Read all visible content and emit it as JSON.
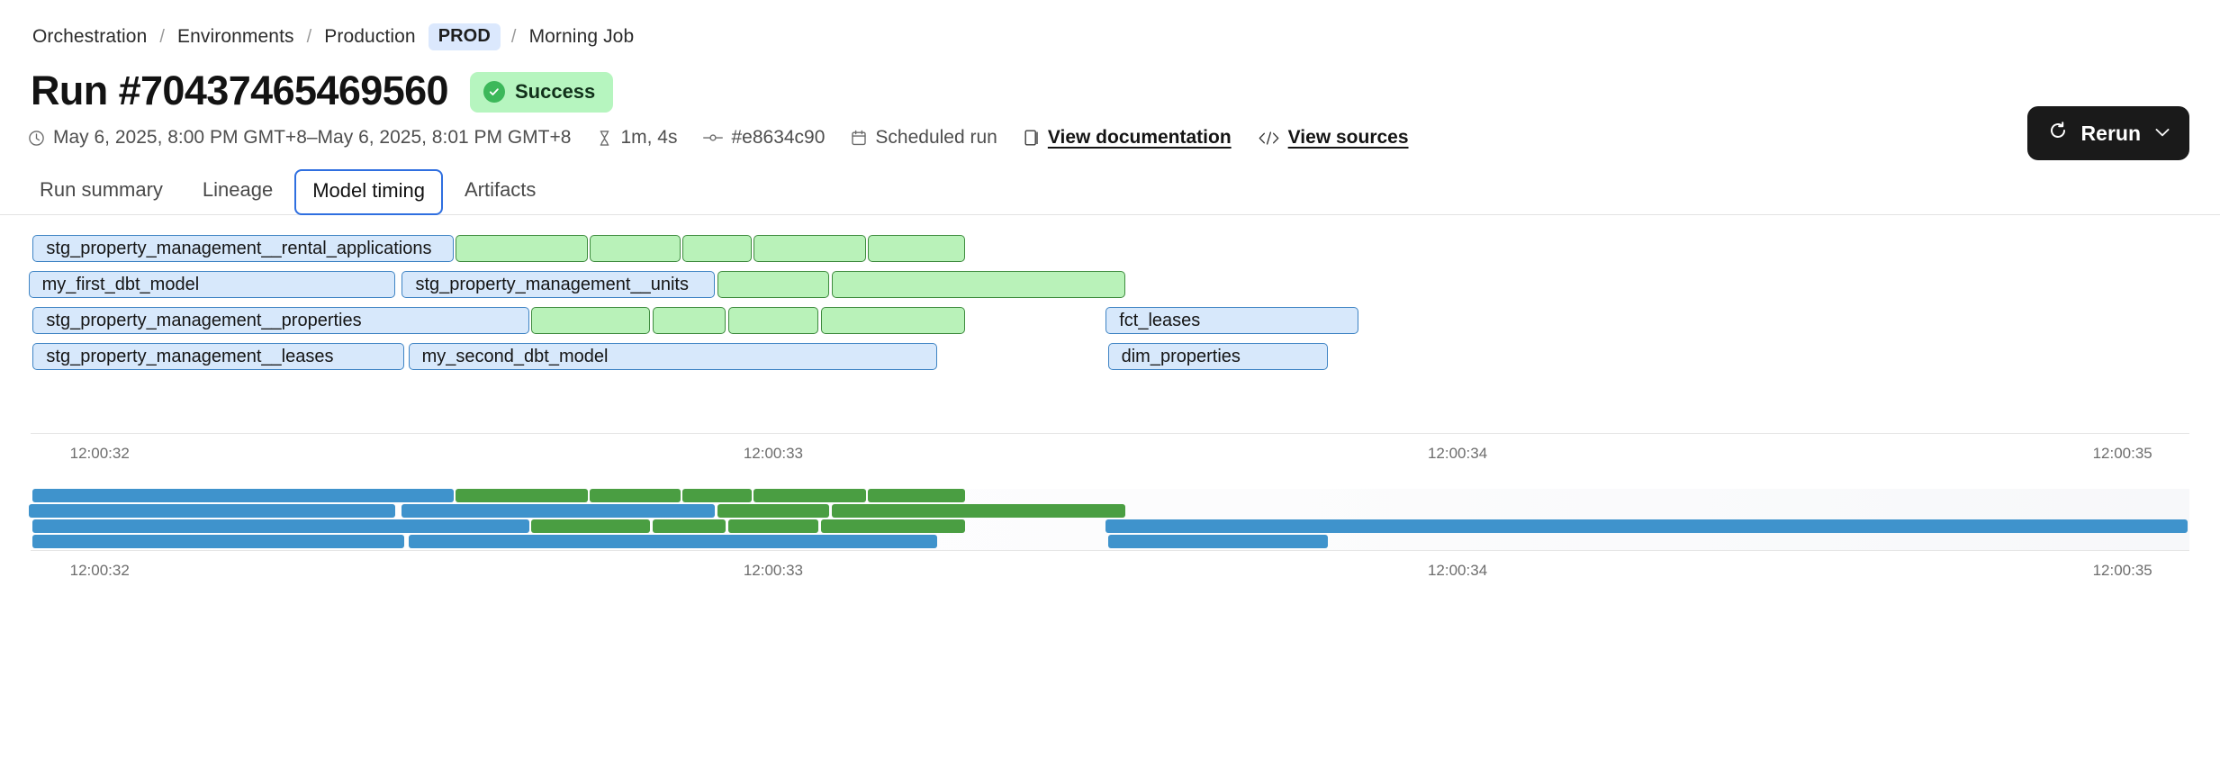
{
  "breadcrumb": {
    "items": [
      {
        "label": "Orchestration",
        "type": "link"
      },
      {
        "label": "Environments",
        "type": "link"
      },
      {
        "label": "Production",
        "type": "link"
      }
    ],
    "chip": "PROD",
    "last": "Morning Job",
    "separator": "/",
    "chip_bg": "#dbe8fd"
  },
  "header": {
    "title": "Run #70437465469560",
    "status": {
      "label": "Success",
      "bg": "#b6f5bf",
      "icon": "check-circle-icon",
      "icon_color": "#3cb85a"
    },
    "rerun": {
      "label": "Rerun",
      "chevron": "⌄",
      "bg": "#1a1a1a"
    }
  },
  "meta": {
    "timerange": "May 6, 2025, 8:00 PM GMT+8–May 6, 2025, 8:01 PM GMT+8",
    "duration": "1m, 4s",
    "commit": "#e8634c90",
    "trigger": "Scheduled run",
    "doc_link": "View documentation",
    "sources_link": "View sources"
  },
  "tabs": [
    {
      "label": "Run summary",
      "active": false
    },
    {
      "label": "Lineage",
      "active": false
    },
    {
      "label": "Model timing",
      "active": true
    },
    {
      "label": "Artifacts",
      "active": false
    }
  ],
  "chart_data": {
    "type": "bar",
    "title": "Model timing",
    "subtype": "gantt",
    "xlabel": "",
    "ylabel": "",
    "axis_ticks": [
      "12:00:32",
      "12:00:33",
      "12:00:34",
      "12:00:35"
    ],
    "tick_positions_pct": [
      3.2,
      34.4,
      66.1,
      96.9
    ],
    "grid": false,
    "legend": [],
    "colors": {
      "model_fill": "#d7e8fb",
      "model_border": "#3f84c4",
      "test_fill": "#b9f2b9",
      "test_border": "#3e8b3e",
      "mini_model": "#3f93cc",
      "mini_test": "#4a9e42"
    },
    "rows": [
      {
        "index": 0,
        "bars": [
          {
            "label": "stg_property_management__rental_applications",
            "kind": "model",
            "start_pct": 0.1,
            "width_pct": 19.5
          },
          {
            "label": "",
            "kind": "test",
            "start_pct": 19.7,
            "width_pct": 6.1
          },
          {
            "label": "",
            "kind": "test",
            "start_pct": 25.9,
            "width_pct": 4.2
          },
          {
            "label": "",
            "kind": "test",
            "start_pct": 30.2,
            "width_pct": 3.2
          },
          {
            "label": "",
            "kind": "test",
            "start_pct": 33.5,
            "width_pct": 5.2
          },
          {
            "label": "",
            "kind": "test",
            "start_pct": 38.8,
            "width_pct": 4.5
          }
        ]
      },
      {
        "index": 1,
        "bars": [
          {
            "label": "my_first_dbt_model",
            "kind": "model",
            "start_pct": -0.1,
            "width_pct": 17.0
          },
          {
            "label": "stg_property_management__units",
            "kind": "model",
            "start_pct": 17.2,
            "width_pct": 14.5
          },
          {
            "label": "",
            "kind": "test",
            "start_pct": 31.8,
            "width_pct": 5.2
          },
          {
            "label": "",
            "kind": "test",
            "start_pct": 37.1,
            "width_pct": 13.6
          }
        ]
      },
      {
        "index": 2,
        "bars": [
          {
            "label": "stg_property_management__properties",
            "kind": "model",
            "start_pct": 0.1,
            "width_pct": 23.0
          },
          {
            "label": "",
            "kind": "test",
            "start_pct": 23.2,
            "width_pct": 5.5
          },
          {
            "label": "",
            "kind": "test",
            "start_pct": 28.8,
            "width_pct": 3.4
          },
          {
            "label": "",
            "kind": "test",
            "start_pct": 32.3,
            "width_pct": 4.2
          },
          {
            "label": "",
            "kind": "test",
            "start_pct": 36.6,
            "width_pct": 6.7
          },
          {
            "label": "fct_leases",
            "kind": "model",
            "start_pct": 49.8,
            "width_pct": 11.7
          }
        ]
      },
      {
        "index": 3,
        "bars": [
          {
            "label": "stg_property_management__leases",
            "kind": "model",
            "start_pct": 0.1,
            "width_pct": 17.2
          },
          {
            "label": "my_second_dbt_model",
            "kind": "model",
            "start_pct": 17.5,
            "width_pct": 24.5
          },
          {
            "label": "dim_properties",
            "kind": "model",
            "start_pct": 49.9,
            "width_pct": 10.2
          }
        ]
      }
    ],
    "mini_rows": [
      {
        "index": 0,
        "bars": [
          {
            "kind": "model",
            "start_pct": 0.1,
            "width_pct": 19.5
          },
          {
            "kind": "test",
            "start_pct": 19.7,
            "width_pct": 6.1
          },
          {
            "kind": "test",
            "start_pct": 25.9,
            "width_pct": 4.2
          },
          {
            "kind": "test",
            "start_pct": 30.2,
            "width_pct": 3.2
          },
          {
            "kind": "test",
            "start_pct": 33.5,
            "width_pct": 5.2
          },
          {
            "kind": "test",
            "start_pct": 38.8,
            "width_pct": 4.5
          }
        ]
      },
      {
        "index": 1,
        "bars": [
          {
            "kind": "model",
            "start_pct": -0.1,
            "width_pct": 17.0
          },
          {
            "kind": "model",
            "start_pct": 17.2,
            "width_pct": 14.5
          },
          {
            "kind": "test",
            "start_pct": 31.8,
            "width_pct": 5.2
          },
          {
            "kind": "test",
            "start_pct": 37.1,
            "width_pct": 13.6
          }
        ]
      },
      {
        "index": 2,
        "bars": [
          {
            "kind": "model",
            "start_pct": 0.1,
            "width_pct": 23.0
          },
          {
            "kind": "test",
            "start_pct": 23.2,
            "width_pct": 5.5
          },
          {
            "kind": "test",
            "start_pct": 28.8,
            "width_pct": 3.4
          },
          {
            "kind": "test",
            "start_pct": 32.3,
            "width_pct": 4.2
          },
          {
            "kind": "test",
            "start_pct": 36.6,
            "width_pct": 6.7
          },
          {
            "kind": "model",
            "start_pct": 49.8,
            "width_pct": 50.1
          }
        ]
      },
      {
        "index": 3,
        "bars": [
          {
            "kind": "model",
            "start_pct": 0.1,
            "width_pct": 17.2
          },
          {
            "kind": "model",
            "start_pct": 17.5,
            "width_pct": 24.5
          },
          {
            "kind": "model",
            "start_pct": 49.9,
            "width_pct": 10.2
          }
        ]
      }
    ],
    "mini_axis_ticks": [
      "12:00:32",
      "12:00:33",
      "12:00:34",
      "12:00:35"
    ]
  }
}
